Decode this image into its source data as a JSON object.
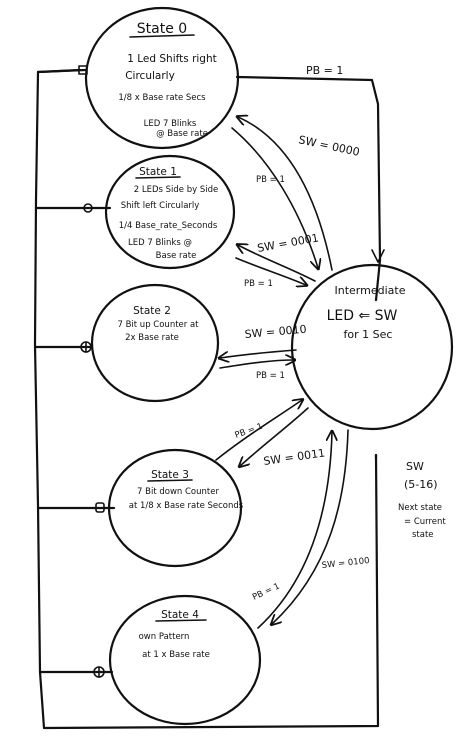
{
  "states": {
    "s0": {
      "title": "State 0",
      "line1": "1 Led Shifts right",
      "line2": "Circularly",
      "line3": "1/8 x Base rate Secs",
      "line4": "LED 7 Blinks",
      "line5": "@ Base rate"
    },
    "s1": {
      "title": "State 1",
      "line1": "2 LEDs Side by Side",
      "line2": "Shift left Circularly",
      "line3": "1/4 Base_rate_Seconds",
      "line4": "LED 7 Blinks @",
      "line5": "Base rate"
    },
    "s2": {
      "title": "State 2",
      "line1": "7 Bit up Counter at",
      "line2": "2x Base rate"
    },
    "s3": {
      "title": "State 3",
      "line1": "7 Bit down Counter",
      "line2": "at 1/8 x Base rate Seconds"
    },
    "s4": {
      "title": "State 4",
      "line1": "own Pattern",
      "line2": "at 1 x Base rate"
    },
    "intermediate": {
      "title": "Intermediate",
      "line1": "LED ⇐ SW",
      "line2": "for 1 Sec"
    }
  },
  "transitions": {
    "pb_top": "PB = 1",
    "pb_s0": "PB = 1",
    "sw_s0": "SW = 0000",
    "sw_s1": "SW = 0001",
    "pb_s1": "PB = 1",
    "sw_s2": "SW = 0010",
    "pb_s2": "PB = 1",
    "pb_s3": "PB = 1",
    "sw_s3": "SW = 0011",
    "sw_s4": "SW = 0100",
    "pb_s4": "PB = 1"
  },
  "note": {
    "line1": "SW",
    "line2": "(5-16)",
    "line3": "Next state",
    "line4": "= Current",
    "line5": "state"
  }
}
